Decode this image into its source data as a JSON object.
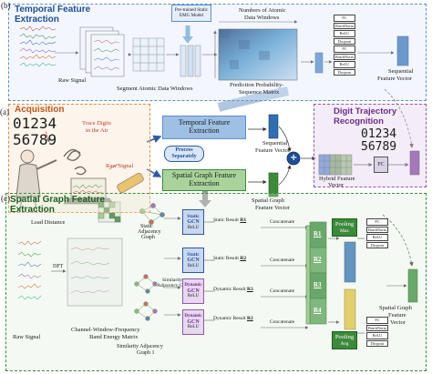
{
  "panel_labels": {
    "b": "(b)",
    "a": "(a)",
    "c": "(c)"
  },
  "temporal_panel": {
    "title_line1": "Temporal Feature",
    "title_line2": "Extraction",
    "raw_signal": "Raw Signal",
    "segment_windows": "Segment Atomic Data Windows",
    "pretrained_line1": "Pre-trained Static",
    "pretrained_line2": "EMG Model",
    "num_windows_line1": "Numbers of Atomic",
    "num_windows_line2": "Data Windows",
    "prob_matrix_line1": "Prediction Probability-",
    "prob_matrix_line2": "Sequence Matrix",
    "seq_vector_line1": "Sequential",
    "seq_vector_line2": "Feature Vector",
    "fc_stack": [
      "FC",
      "BatchNorm",
      "ReLU",
      "Dropout",
      "FC",
      "BatchNorm",
      "ReLU",
      "Dropout"
    ]
  },
  "acquisition_panel": {
    "title": "Acquisition",
    "digits_line1": "01234",
    "digits_line2": "56789",
    "trace_line1": "Trace Digits",
    "trace_line2": "in the Air",
    "raw_signal": "Raw Signal"
  },
  "middle": {
    "temporal_box_line1": "Temporal Feature",
    "temporal_box_line2": "Extraction",
    "process_line1": "Process",
    "process_line2": "Separately",
    "spatial_box_line1": "Spatial Graph Feature",
    "spatial_box_line2": "Extraction",
    "seq_vec_line1": "Sequential",
    "seq_vec_line2": "Feature Vector",
    "spatial_vec_line1": "Spatial Graph",
    "spatial_vec_line2": "Feature Vector",
    "plus": "+"
  },
  "recognition_panel": {
    "title_line1": "Digit Trajectory",
    "title_line2": "Recognition",
    "digits_line1": "01234",
    "digits_line2": "56789",
    "hybrid_line1": "Hybrid Feature",
    "hybrid_line2": "Vector",
    "fc": "FC"
  },
  "spatial_panel": {
    "title_line1": "Spatial Graph Feature",
    "title_line2": "Extraction",
    "lead_distance": "Lead Distance",
    "static_adj_line1": "Static",
    "static_adj_line2": "Adjacency",
    "static_adj_line3": "Graph",
    "dft": "DFT",
    "raw_signal": "Raw Signal",
    "cwf_line1": "Channel-Window-Frequency",
    "cwf_line2": "Band Energy Matrix",
    "sim_adj_line1": "Similarity Adjacency",
    "sim_adj_line2": "Graph 1",
    "sim_adj2_line1": "Similarity",
    "sim_adj2_line2": "Adjacency Graph 2",
    "static_gcn": [
      "Static",
      "GCN",
      "ReLU"
    ],
    "dynamic_gcn": [
      "Dynamic",
      "GCN",
      "ReLU"
    ],
    "static_result1": "Static Result",
    "static_result1_id": "R1",
    "static_result2": "Static Result",
    "static_result2_id": "R2",
    "dynamic_result1": "Dynamic Result",
    "dynamic_result1_id": "R3",
    "dynamic_result2": "Dynamic Result",
    "dynamic_result2_id": "R2",
    "concatenate": "Concatenate",
    "r_labels": [
      "R1",
      "R2",
      "R3",
      "R4"
    ],
    "pooling_max_line1": "Pooling",
    "pooling_max_line2": "Max",
    "pooling_avg_line1": "Pooling",
    "pooling_avg_line2": "Avg",
    "fc_stack": [
      "FC",
      "BatchNorm",
      "ReLU",
      "Dropout",
      "FC",
      "BatchNorm",
      "ReLU",
      "Dropout"
    ],
    "output_line1": "Spatial Graph",
    "output_line2": "Feature",
    "output_line3": "Vector"
  }
}
